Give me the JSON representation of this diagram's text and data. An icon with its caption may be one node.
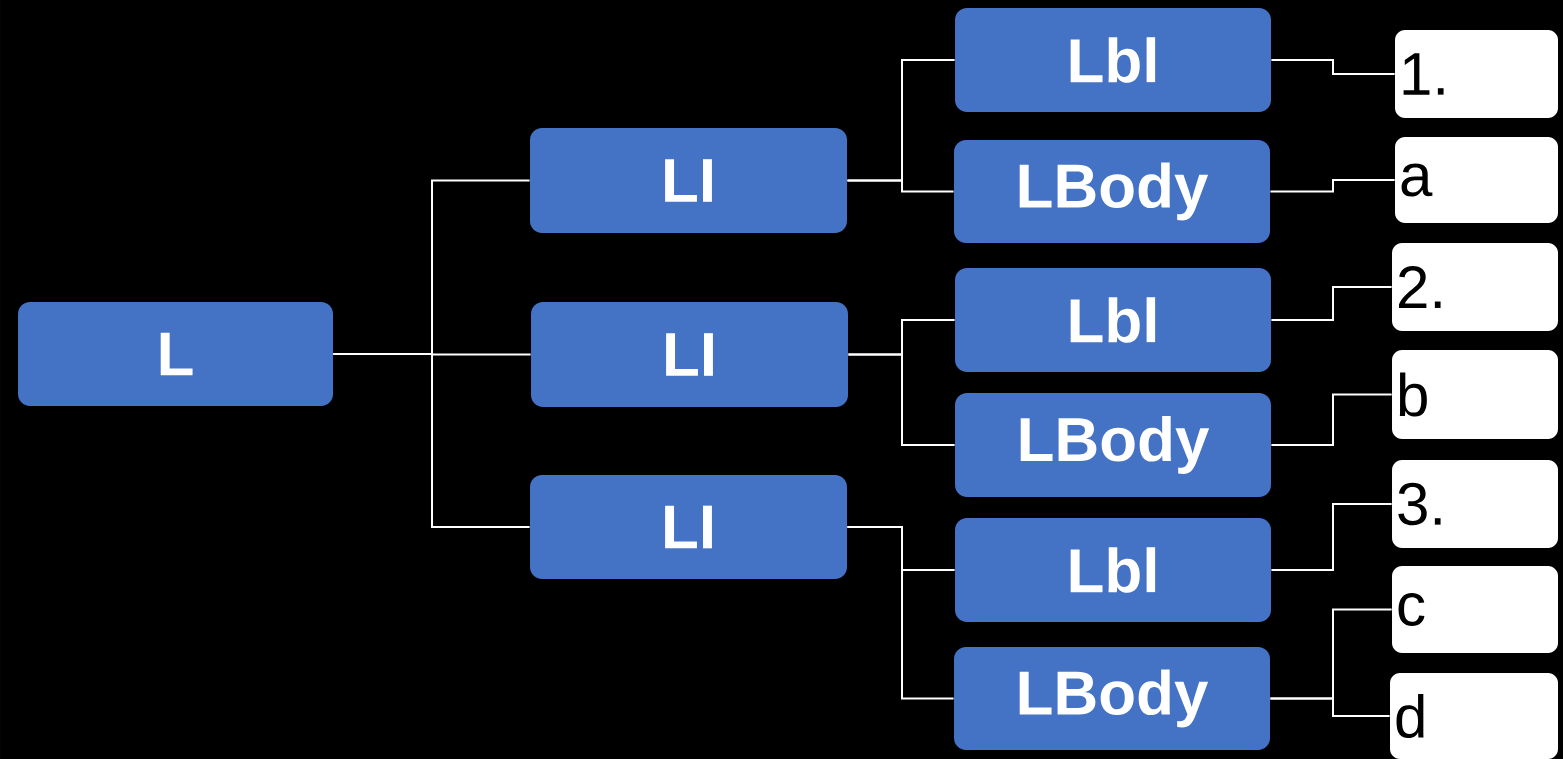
{
  "diagram": {
    "nodes": [
      {
        "text": [
          "L"
        ]
      },
      {
        "text": [
          "LI"
        ]
      },
      {
        "text": [
          "LI"
        ]
      },
      {
        "text": [
          "LI"
        ]
      },
      {
        "text": [
          "Lbl"
        ]
      },
      {
        "text": [
          "LBody"
        ]
      },
      {
        "text": [
          "Lbl"
        ]
      },
      {
        "text": [
          "LBody"
        ]
      },
      {
        "text": [
          "Lbl"
        ]
      },
      {
        "text": [
          "LBody"
        ]
      },
      {
        "text": [
          "1."
        ]
      },
      {
        "text": [
          "a"
        ]
      },
      {
        "text": [
          "2."
        ]
      },
      {
        "text": [
          "b"
        ]
      },
      {
        "text": [
          "3."
        ]
      },
      {
        "text": [
          "c"
        ]
      },
      {
        "text": [
          "d"
        ]
      }
    ],
    "edges": [
      {
        "from": 0,
        "to": 1,
        "arrow": "none"
      },
      {
        "from": 0,
        "to": 2,
        "arrow": "none"
      },
      {
        "from": 0,
        "to": 3,
        "arrow": "none"
      },
      {
        "from": 1,
        "to": 4,
        "arrow": "none"
      },
      {
        "from": 1,
        "to": 5,
        "arrow": "none"
      },
      {
        "from": 2,
        "to": 6,
        "arrow": "none"
      },
      {
        "from": 2,
        "to": 7,
        "arrow": "none"
      },
      {
        "from": 3,
        "to": 8,
        "arrow": "none"
      },
      {
        "from": 3,
        "to": 9,
        "arrow": "none"
      },
      {
        "from": 4,
        "to": 10,
        "arrow": "none"
      },
      {
        "from": 5,
        "to": 11,
        "arrow": "none"
      },
      {
        "from": 6,
        "to": 12,
        "arrow": "none"
      },
      {
        "from": 7,
        "to": 13,
        "arrow": "none"
      },
      {
        "from": 8,
        "to": 14,
        "arrow": "none"
      },
      {
        "from": 9,
        "to": 15,
        "arrow": "none"
      },
      {
        "from": 9,
        "to": 16,
        "arrow": "none"
      }
    ]
  }
}
